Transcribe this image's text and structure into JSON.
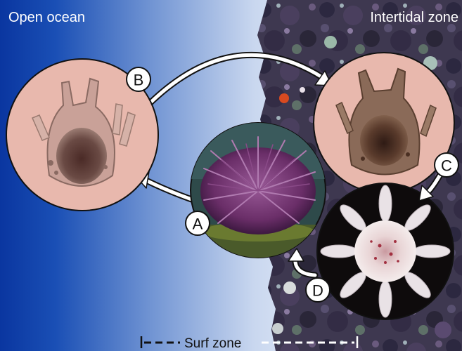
{
  "regions": {
    "left_label": "Open ocean",
    "right_label": "Intertidal zone"
  },
  "stages": [
    {
      "id": "A",
      "letter": "A"
    },
    {
      "id": "B",
      "letter": "B"
    },
    {
      "id": "C",
      "letter": "C"
    },
    {
      "id": "D",
      "letter": "D"
    }
  ],
  "scale": {
    "label": "Surf zone"
  },
  "colors": {
    "ocean_deep": "#0a36a0",
    "ocean_light": "#eef3fb",
    "intertidal_rock": "#3e3850",
    "larva_background": "#e8b8ad",
    "urchin_purple": "#7a3a78",
    "juvenile_background": "#0e0b0c",
    "arrow_fill": "#ffffff",
    "outline": "#111111"
  }
}
